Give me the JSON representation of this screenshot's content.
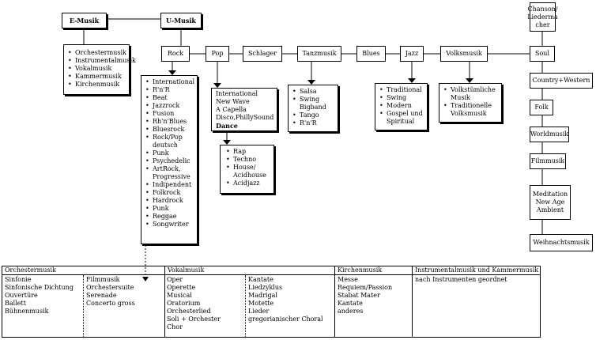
{
  "emusik": {
    "label": "E-Musik",
    "items": [
      "Orchestermusik",
      "Instrumentalmusik",
      "Vokalmusik",
      "Kammermusik",
      "Kirchenmusik"
    ]
  },
  "umusik": {
    "label": "U-Musik"
  },
  "genres": {
    "rock": "Rock",
    "pop": "Pop",
    "schlager": "Schlager",
    "tanzmusik": "Tanzmusik",
    "blues": "Blues",
    "jazz": "Jazz",
    "volksmusik": "Volksmusik",
    "soul": "Soul"
  },
  "right_column": {
    "chanson": "Chanson/ Liederma cher",
    "country": "Country+Western",
    "folk": "Folk",
    "worldmusik": "Worldmusik",
    "filmmusik": "Filmmusik",
    "meditation": [
      "Meditation",
      "New Age",
      "Ambient"
    ],
    "weihnachtsmusik": "Weihnachtsmusik"
  },
  "rock_items": [
    "International",
    "R'n'R",
    "Beat",
    "Jazzrock",
    "Fusion",
    "Rh'n'Blues",
    "Bluesrock",
    "Rock/Pop deutsch",
    "Punk",
    "Psychedelic",
    "ArtRock, Progressive",
    "Indipendent",
    "Folkrock",
    "Hardrock",
    "Punk",
    "Reggae",
    "Songwriter"
  ],
  "pop_items": [
    "International",
    "New Wave",
    "A Capella",
    "Disco,PhillySound"
  ],
  "pop_dance": "Dance",
  "dance_items": [
    "Rap",
    "Techno",
    "House/ Acidhouse",
    "Acidjazz"
  ],
  "tanz_items": [
    "Salsa",
    "Swing Bigband",
    "Tango",
    "R'n'R"
  ],
  "jazz_items": [
    "Traditional",
    "Swing",
    "Modern",
    "Gospel und Spiritual"
  ],
  "volks_items": [
    "Volkstümliche Musik",
    "Traditionelle Volksmusik"
  ],
  "table": {
    "headers": [
      "Orchestermusik",
      "Vokalmusik",
      "Kirchenmusik",
      "Instrumentalmusik und Kammermusik"
    ],
    "orchester_col1": [
      "Sinfonie",
      "Sinfonische Dichtung",
      "Ouvertüre",
      "Ballett",
      "Bühnenmusik"
    ],
    "orchester_col2": [
      "Filmmusik",
      "Orchestersuite",
      "Serenade",
      "Concerto gross"
    ],
    "vokal_col1": [
      "Oper",
      "Operette",
      "Musical",
      "Oratorium",
      "Orchesterlied",
      "Soli + Orchester",
      "Chor"
    ],
    "vokal_col2": [
      "Kantate",
      "Liedzyklus",
      "Madrigal",
      "Motette",
      "Lieder",
      "gregorianischer Choral"
    ],
    "kirchen": [
      "Messe",
      "Requiem/Passion",
      "Stabat Mater",
      "Kantate",
      "anderes"
    ],
    "instrumental": [
      "nach Instrumenten geordnet"
    ]
  }
}
